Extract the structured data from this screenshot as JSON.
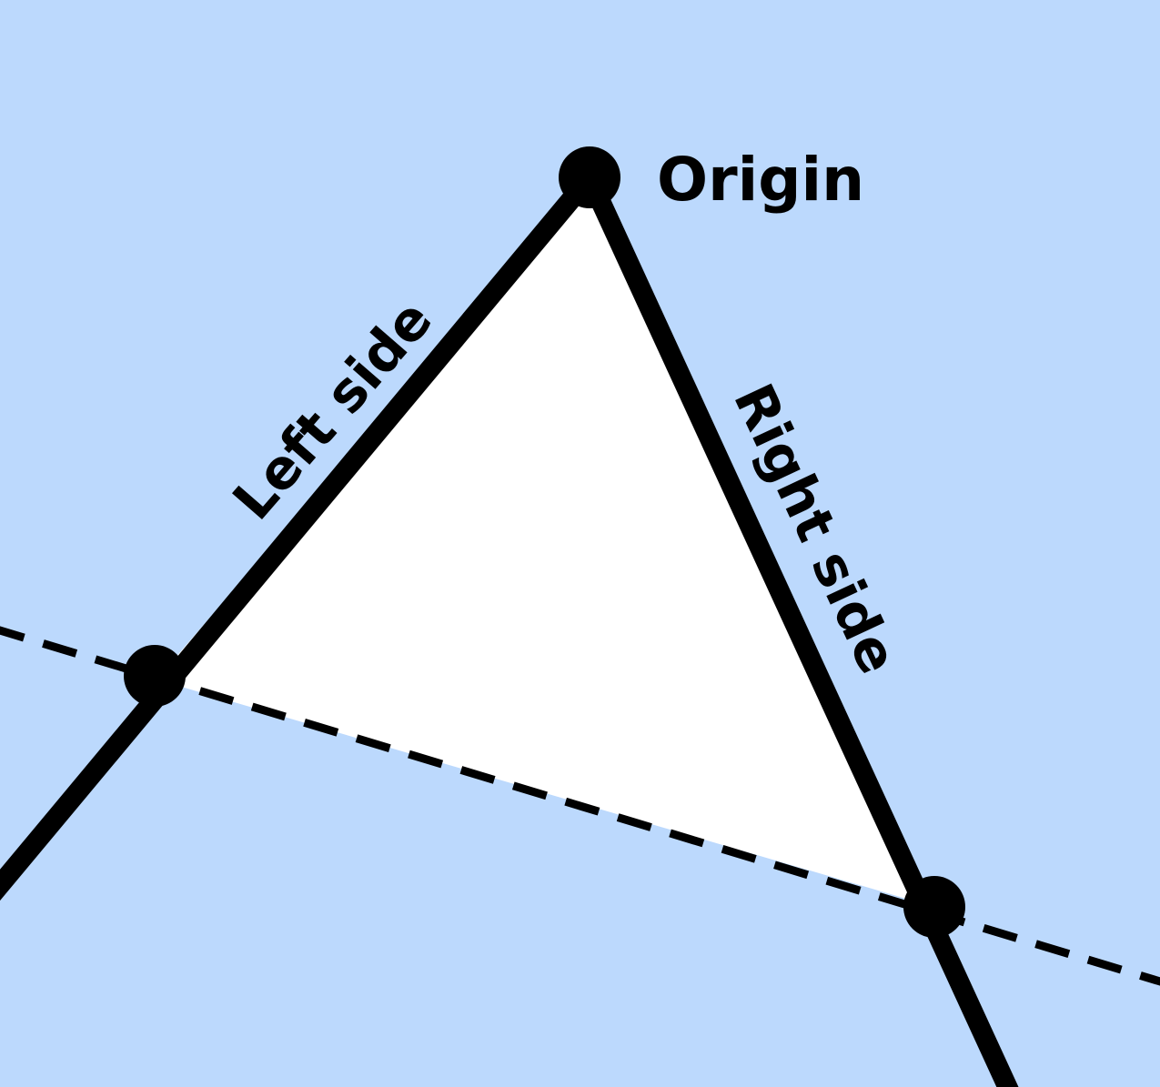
{
  "diagram": {
    "labels": {
      "origin": "Origin",
      "left_side": "Left side",
      "right_side": "Right side"
    },
    "colors": {
      "background": "#bcd9fd",
      "region_fill": "#ffffff",
      "stroke": "#000000"
    }
  }
}
